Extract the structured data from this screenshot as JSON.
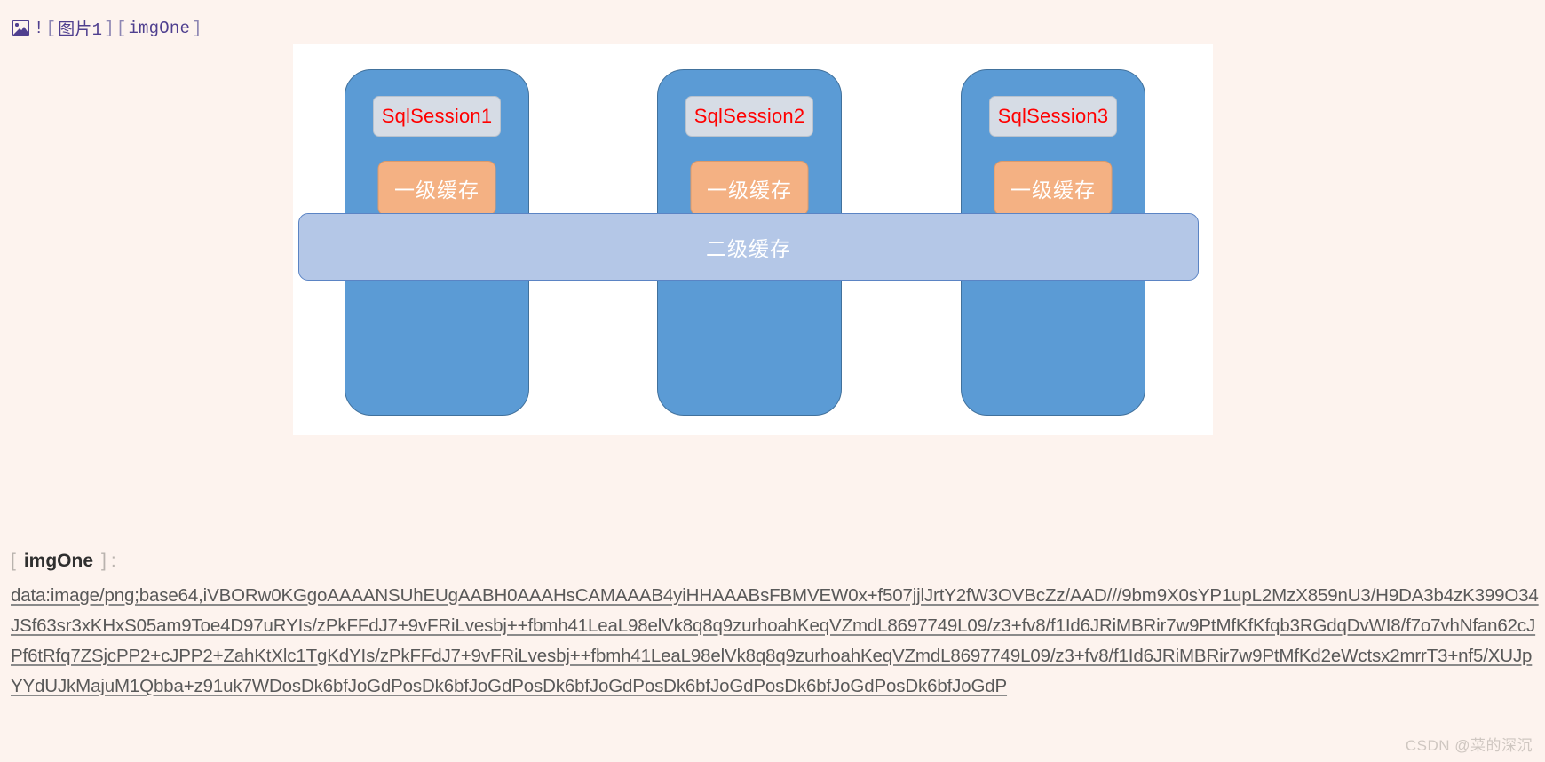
{
  "markdown_ref_line": {
    "icon": "image-placeholder-icon",
    "bang": "!",
    "open_bracket_1": "[",
    "alt_text": "图片1",
    "close_bracket_1": "]",
    "open_bracket_2": "[",
    "ref_id": "imgOne",
    "close_bracket_2": "]"
  },
  "diagram": {
    "columns": [
      {
        "session_label": "SqlSession1",
        "l1_cache_label": "一级缓存"
      },
      {
        "session_label": "SqlSession2",
        "l1_cache_label": "一级缓存"
      },
      {
        "session_label": "SqlSession3",
        "l1_cache_label": "一级缓存"
      }
    ],
    "l2_cache_label": "二级缓存",
    "colors": {
      "column_fill": "#5B9BD5",
      "column_border": "#41719C",
      "session_box_fill": "#D6DCE5",
      "session_text": "#FF0000",
      "l1_cache_fill": "#F4B183",
      "l2_cache_fill": "#B4C7E7",
      "l2_cache_border": "#5B84C4",
      "canvas_bg": "#FFFFFF",
      "page_bg": "#FDF3EE"
    }
  },
  "reference_definition": {
    "open_bracket": "[",
    "name": "imgOne",
    "close_bracket": "]",
    "colon": ":",
    "value_lines": [
      "data:image/png;base64,iVBORw0KGgoAAAANSUhEUgAABH0AAAHsCAMAAAB4yiHHAAABsFBMVEW0x+f507jjlJrtY2fW3OVBcZz/AAD///9bm9X0sYP1upL2MzX859nU3/H9DA3b",
      "4zK399O34JSf63sr3xKHxS05am9Toe4D97uRYIs/zPkFFdJ7+9vFRiLvesbj++fbmh41LeaL98elVk8q8q9zurhoahKeqVZmdL8697749L09/z3+fv8/f1Id6JRiMBRir7w9PtMfKfKfqb3RGdqDvWI",
      "8/f7o7vhNfan62cJPf6tRfq7ZSjcPP2+cJPP2+ZahKtXlc1TgKdYIs/zPkFFdJ7+9vFRiLvesbj++fbmh41LeaL98elVk8q8q9zurhoahKeqVZmdL8697749L09/z3+fv8/f1Id6JRiMBRir7w9PtMfKd",
      "2eWctsx2mrrT3+nf5/XUJpYYdUJkMajuM1Qbba+z91uk7WDosDk6bfJoGdPosDk6bfJoGdPosDk6bfJoGdPosDk6bfJoGdPosDk6bfJoGdPosDk6bfJoGdP"
    ]
  },
  "watermark": "CSDN @菜的深沉"
}
